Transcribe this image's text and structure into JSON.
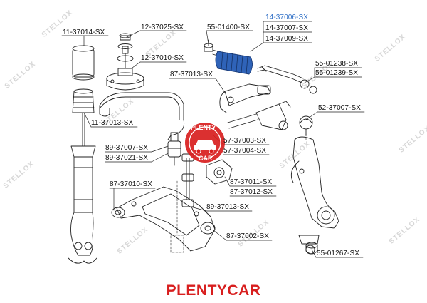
{
  "brand": "PLENTYCAR",
  "watermark_text": "STELLOX",
  "logo_text": {
    "top": "PLENTY",
    "bottom": "CAR"
  },
  "parts": {
    "p_11_37014": "11-37014-SX",
    "p_12_37025": "12-37025-SX",
    "p_55_01400": "55-01400-SX",
    "p_14_37006": "14-37006-SX",
    "p_14_37007": "14-37007-SX",
    "p_14_37009": "14-37009-SX",
    "p_12_37010": "12-37010-SX",
    "p_55_01238": "55-01238-SX",
    "p_55_01239": "55-01239-SX",
    "p_87_37013": "87-37013-SX",
    "p_11_37013": "11-37013-SX",
    "p_52_37007": "52-37007-SX",
    "p_89_37007": "89-37007-SX",
    "p_89_37021": "89-37021-SX",
    "p_57_37003": "57-37003-SX",
    "p_57_37004": "57-37004-SX",
    "p_87_37010": "87-37010-SX",
    "p_87_37011": "87-37011-SX",
    "p_87_37012": "87-37012-SX",
    "p_89_37013": "89-37013-SX",
    "p_87_37002": "87-37002-SX",
    "p_55_01267": "55-01267-SX"
  },
  "colors": {
    "highlight": "#2f6fc6",
    "brand": "#d81e1e",
    "line": "#222222"
  }
}
